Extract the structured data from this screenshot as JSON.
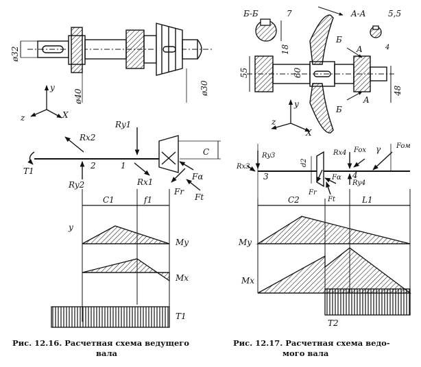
{
  "figure1": {
    "caption": {
      "number": "Рис. 12.16.",
      "line1": "Расчетная схема ведущего",
      "line2": "вала"
    },
    "dims": {
      "d32": "ø32",
      "d40": "ø40",
      "d30": "ø30"
    },
    "axes": {
      "y": "y",
      "z": "z",
      "x": "X"
    },
    "loads": {
      "T1": "T1",
      "Rx2": "Rx2",
      "Ry1": "Ry1",
      "Ry2": "Ry2",
      "Rx1": "Rx1",
      "Fa": "Fα",
      "Ft": "Ft",
      "Fr": "Fr",
      "C": "C"
    },
    "points": {
      "p1": "1",
      "p2": "2"
    },
    "spans": {
      "c1": "C1",
      "f1": "f1"
    },
    "diagrams": {
      "my": "My",
      "mx": "Mx",
      "t1": "T1",
      "y_mark": "y"
    }
  },
  "figure2": {
    "caption": {
      "number": "Рис. 12.17.",
      "line1": "Расчетная схема ведо-",
      "line2": "мого вала"
    },
    "sections": {
      "bb": "Б-Б",
      "aa": "A-A",
      "dim7": "7",
      "dim55b": "5,5",
      "dim18": "18",
      "dim4": "4",
      "b_top": "Б",
      "b_bot": "Б",
      "a_top": "A",
      "a_bot": "A"
    },
    "dims": {
      "d55": "55",
      "d60": "60",
      "d48": "48"
    },
    "axes": {
      "y": "y",
      "z": "z",
      "x": "X"
    },
    "loads": {
      "Rx3": "Rx3",
      "Ry3": "Ry3",
      "Rx4": "Rx4",
      "Ry4": "Ry4",
      "Fa": "Fα",
      "Fr": "Fr",
      "Ft": "Ft",
      "Fox": "Fox",
      "Fom": "Foм",
      "d2": "d2",
      "angle": "γ"
    },
    "points": {
      "p3": "3",
      "p4": "4"
    },
    "spans": {
      "c2": "C2",
      "l1": "L1"
    },
    "diagrams": {
      "my": "My",
      "mx": "Mx",
      "t2": "T2"
    }
  }
}
